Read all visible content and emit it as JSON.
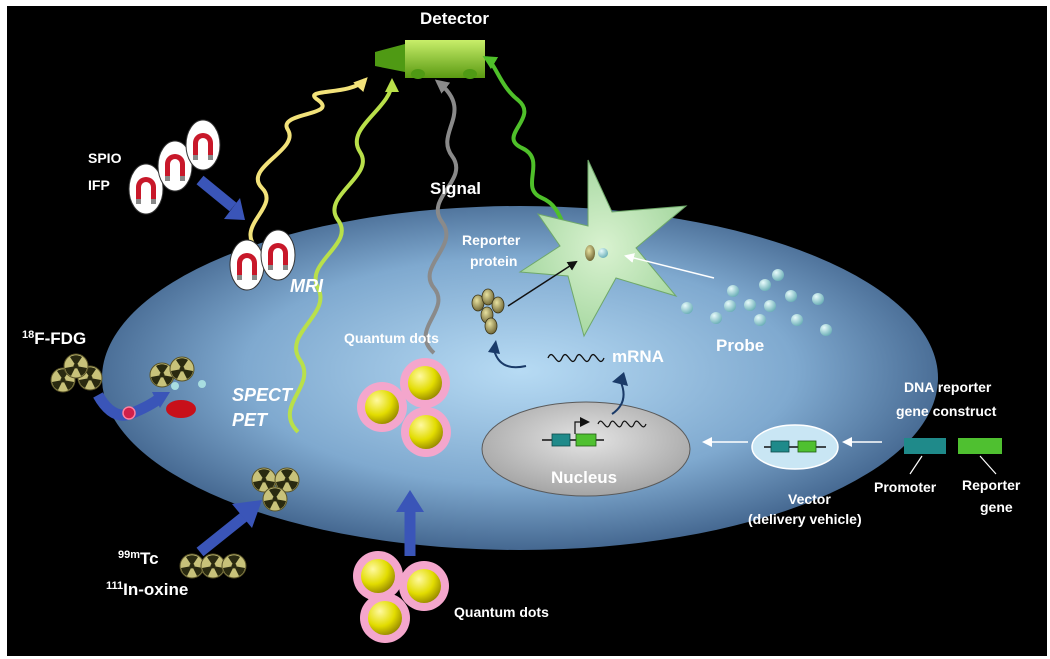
{
  "labels": {
    "detector": "Detector",
    "signal": "Signal",
    "spio": "SPIO",
    "ifp": "IFP",
    "mri": "MRI",
    "spect": "SPECT",
    "pet": "PET",
    "fdg_sup": "18",
    "fdg": "F-FDG",
    "tc_sup": "99m",
    "tc": "Tc",
    "in_sup": "111",
    "in": "In-oxine",
    "quantum_dots_inside": "Quantum dots",
    "quantum_dots_outside": "Quantum dots",
    "reporter_protein_1": "Reporter",
    "reporter_protein_2": "protein",
    "probe": "Probe",
    "mrna": "mRNA",
    "nucleus": "Nucleus",
    "dna_construct_1": "DNA reporter",
    "dna_construct_2": "gene construct",
    "vector_1": "Vector",
    "vector_2": "(delivery vehicle)",
    "promoter": "Promoter",
    "reporter_gene_1": "Reporter",
    "reporter_gene_2": "gene"
  },
  "colors": {
    "background": "#000000",
    "cell_center": "#a9d4f2",
    "cell_edge": "#2a4a72",
    "detector": "#8fcf2a",
    "wave_yellow": "#f2e27a",
    "wave_green_light": "#b9e04a",
    "wave_gray": "#8a8a8a",
    "wave_green": "#4fc02a",
    "magnet_red": "#c8182a",
    "quantum_dot_ring": "#f2a0c8",
    "quantum_dot_core": "#e8e000",
    "arrow_blue": "#3a55b8",
    "nucleus_fill": "#bdbdbd",
    "promoter": "#1f8a8a",
    "reporter_gene": "#4fc030",
    "probe_dot": "#a8dde0"
  }
}
